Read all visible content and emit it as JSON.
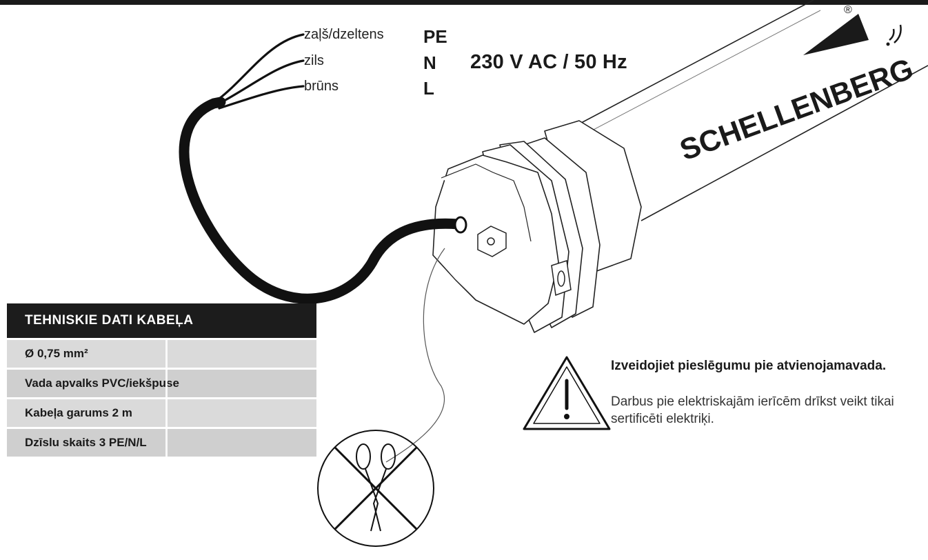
{
  "wires": [
    {
      "label": "zaļš/dzeltens",
      "code": "PE"
    },
    {
      "label": "zils",
      "code": "N"
    },
    {
      "label": "brūns",
      "code": "L"
    }
  ],
  "voltage": "230 V AC / 50 Hz",
  "brand": {
    "name": "SCHELLENBERG",
    "registered": "®"
  },
  "spec_table": {
    "header": "TEHNISKIE DATI KABEĻA",
    "rows": [
      "Ø 0,75 mm²",
      "Vada apvalks PVC/iekšpuse",
      "Kabeļa garums 2 m",
      "Dzīslu skaits 3 PE/N/L"
    ]
  },
  "warning": {
    "title": "Izveidojiet pieslēgumu pie atvienojamavada.",
    "text": "Darbus pie elektriskajām ierīcēm drīkst veikt tikai sertificēti elektriķi."
  },
  "icons": {
    "warning": "warning-triangle-icon",
    "no_cut": "no-cut-scissors-icon",
    "brand_logo": "schellenberg-logo-icon"
  },
  "colors": {
    "ink": "#1a1a1a",
    "table_header": "#1c1c1c",
    "table_row": "#d4d4d4"
  }
}
